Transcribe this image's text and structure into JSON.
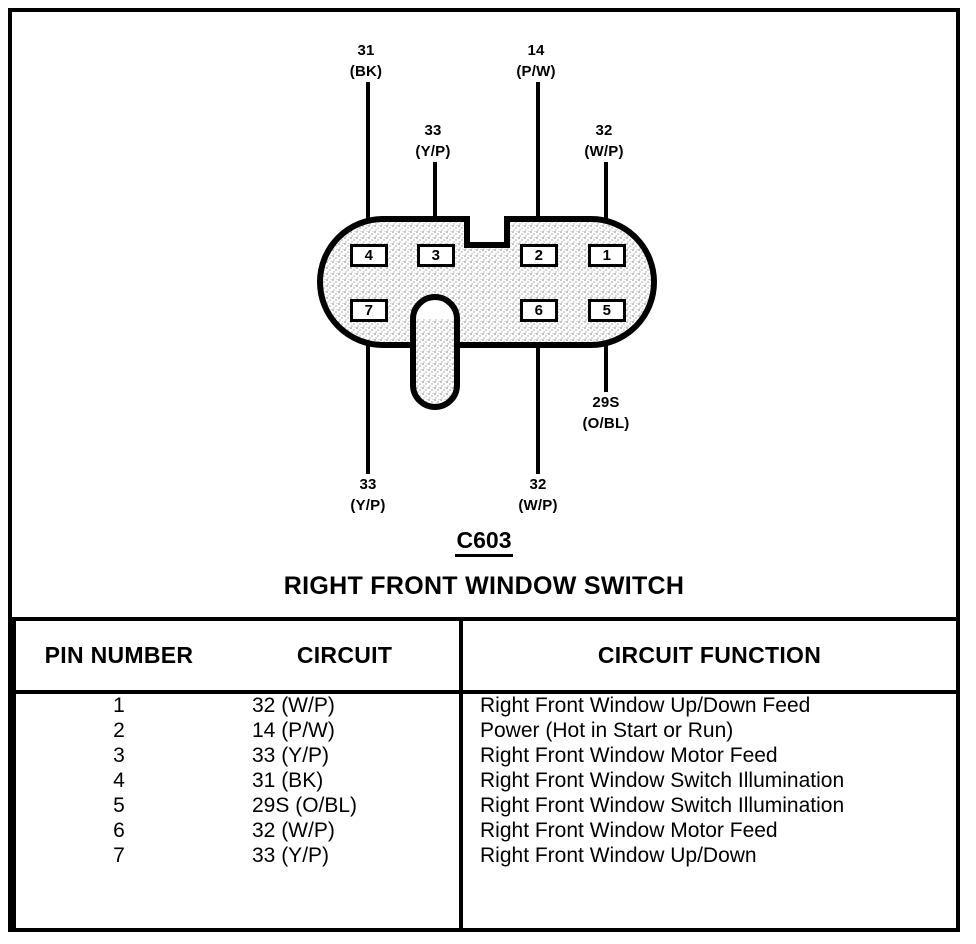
{
  "connector": {
    "id": "C603",
    "title": "RIGHT FRONT WINDOW SWITCH",
    "pins": [
      {
        "number": "1"
      },
      {
        "number": "2"
      },
      {
        "number": "3"
      },
      {
        "number": "4"
      },
      {
        "number": "5"
      },
      {
        "number": "6"
      },
      {
        "number": "7"
      }
    ],
    "wire_callouts": [
      {
        "code": "31",
        "color": "(BK)",
        "pin": "4",
        "side": "top"
      },
      {
        "code": "33",
        "color": "(Y/P)",
        "pin": "3",
        "side": "top"
      },
      {
        "code": "14",
        "color": "(P/W)",
        "pin": "2",
        "side": "top"
      },
      {
        "code": "32",
        "color": "(W/P)",
        "pin": "1",
        "side": "top"
      },
      {
        "code": "33",
        "color": "(Y/P)",
        "pin": "7",
        "side": "bottom"
      },
      {
        "code": "32",
        "color": "(W/P)",
        "pin": "6",
        "side": "bottom"
      },
      {
        "code": "29S",
        "color": "(O/BL)",
        "pin": "5",
        "side": "bottom"
      }
    ]
  },
  "table": {
    "headers": {
      "pin": "PIN NUMBER",
      "circuit": "CIRCUIT",
      "function": "CIRCUIT FUNCTION"
    },
    "rows": [
      {
        "pin": "1",
        "circuit": "32 (W/P)",
        "function": "Right Front Window Up/Down Feed"
      },
      {
        "pin": "2",
        "circuit": "14 (P/W)",
        "function": "Power (Hot in Start or Run)"
      },
      {
        "pin": "3",
        "circuit": "33 (Y/P)",
        "function": "Right Front Window Motor Feed"
      },
      {
        "pin": "4",
        "circuit": "31 (BK)",
        "function": "Right Front Window Switch Illumination"
      },
      {
        "pin": "5",
        "circuit": "29S (O/BL)",
        "function": "Right Front Window Switch Illumination"
      },
      {
        "pin": "6",
        "circuit": "32 (W/P)",
        "function": "Right Front Window Motor Feed"
      },
      {
        "pin": "7",
        "circuit": "33 (Y/P)",
        "function": "Right Front Window Up/Down"
      }
    ]
  },
  "colors": {
    "ink": "#000000",
    "paper": "#ffffff",
    "connector_fill": "#d8d8d8"
  }
}
